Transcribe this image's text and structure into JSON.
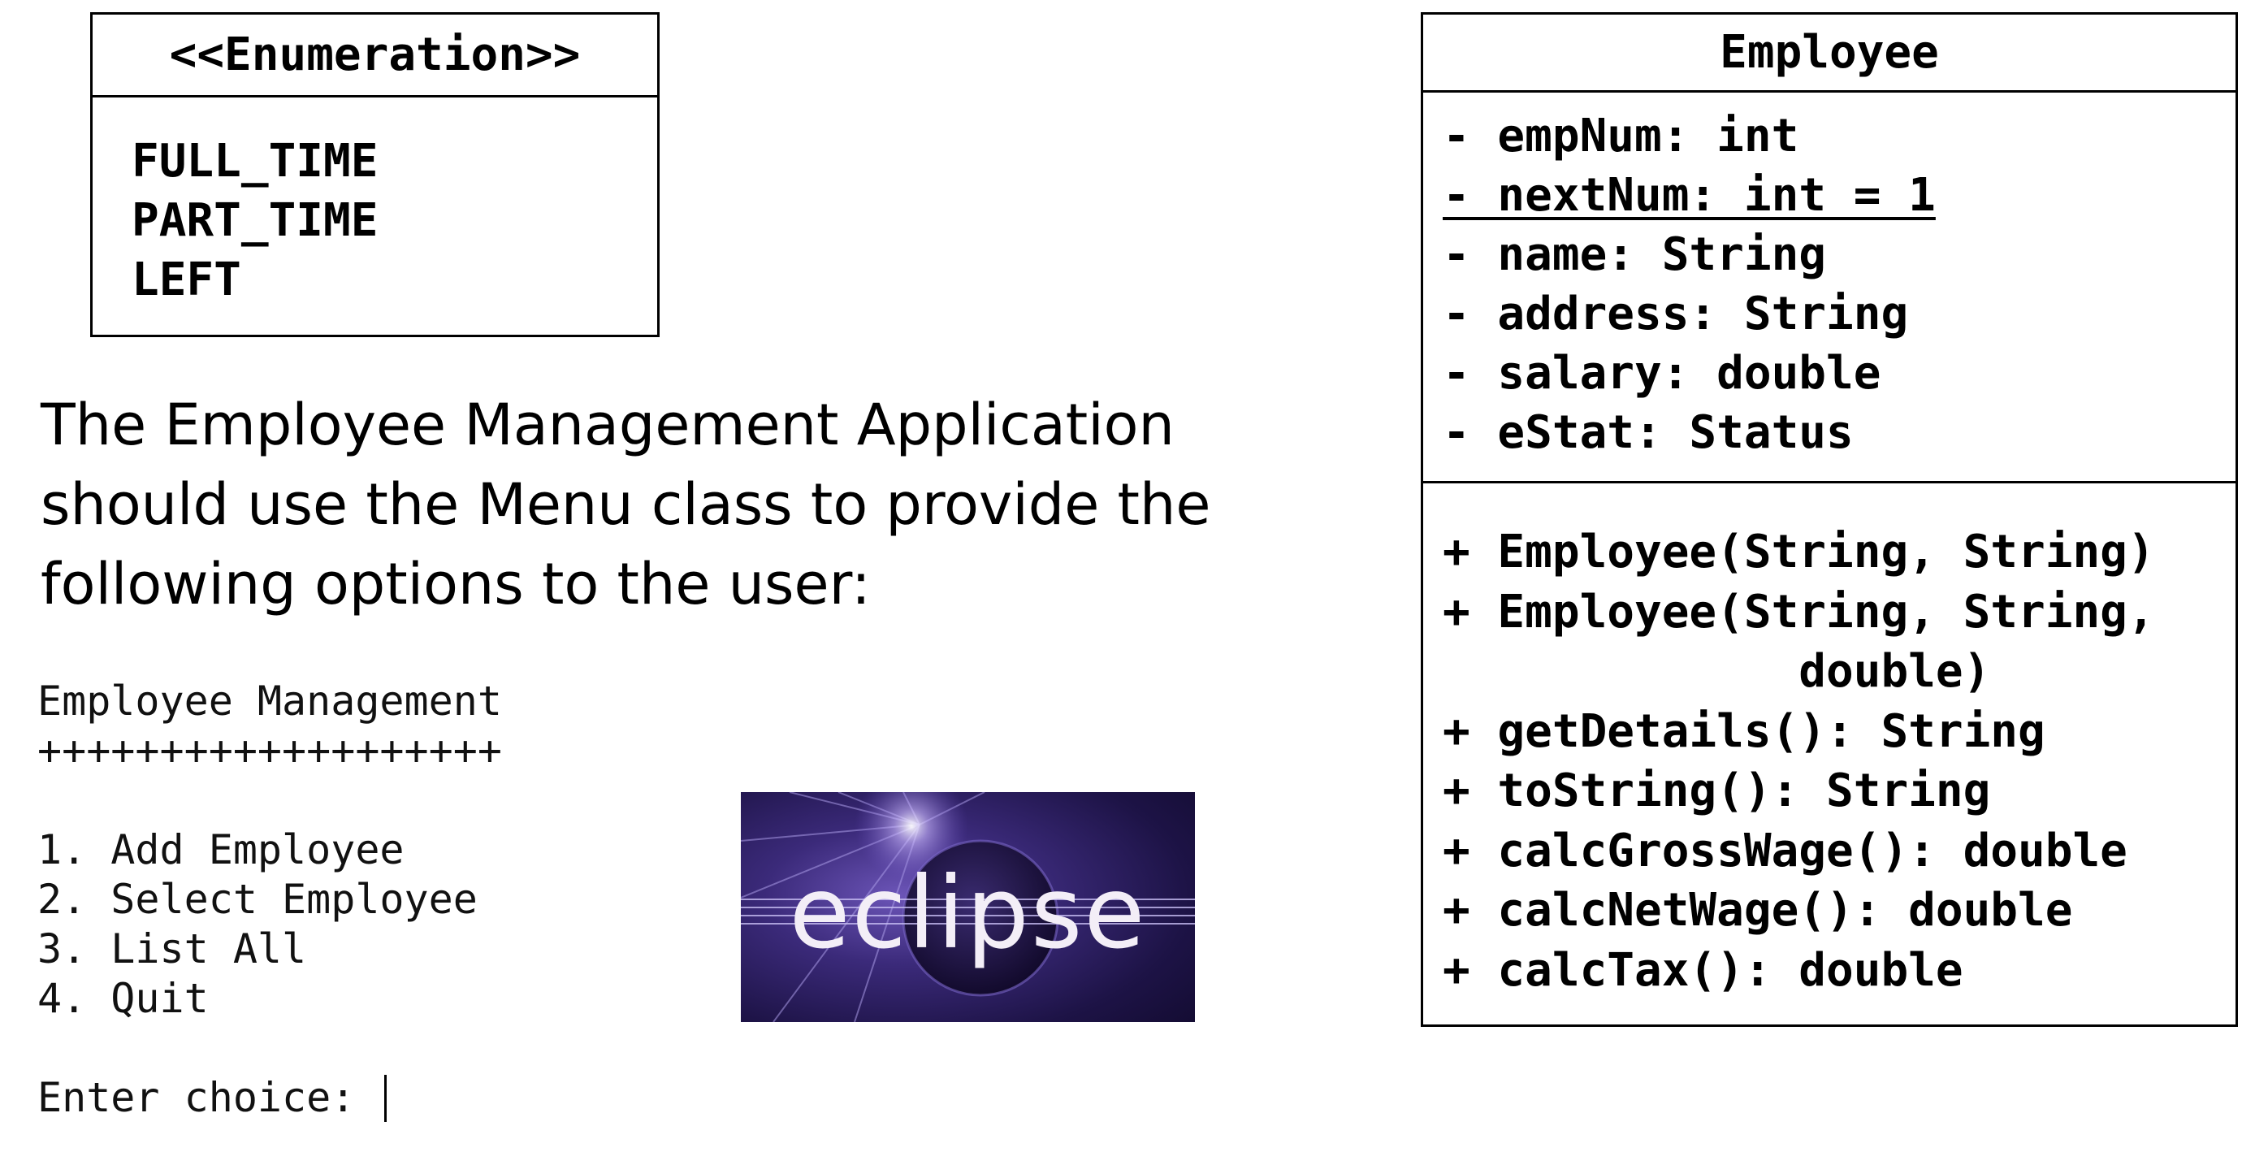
{
  "enumeration": {
    "stereotype": "<<Enumeration>>",
    "values": [
      "FULL_TIME",
      "PART_TIME",
      "LEFT"
    ]
  },
  "description": "The Employee Management Application\nshould use the Menu class to provide the\nfollowing options to the user:",
  "console": {
    "title": "Employee Management",
    "separator": "+++++++++++++++++++",
    "options": [
      "1. Add Employee",
      "2. Select Employee",
      "3. List All",
      "4. Quit"
    ],
    "prompt": "Enter choice: "
  },
  "logo": {
    "text": "eclipse",
    "colors": {
      "background_dark": "#1a0f3c",
      "background_glow": "#8a6fd0",
      "text": "#f3eef7"
    }
  },
  "employee_class": {
    "name": "Employee",
    "attributes": [
      "- empNum: int",
      "- nextNum: int = 1",
      "- name: String",
      "- address: String",
      "- salary: double",
      "- eStat: Status"
    ],
    "static_attribute_index": 1,
    "methods": [
      "+ Employee(String, String)",
      "+ Employee(String, String,",
      "             double)",
      "+ getDetails(): String",
      "+ toString(): String",
      "+ calcGrossWage(): double",
      "+ calcNetWage(): double",
      "+ calcTax(): double"
    ]
  }
}
